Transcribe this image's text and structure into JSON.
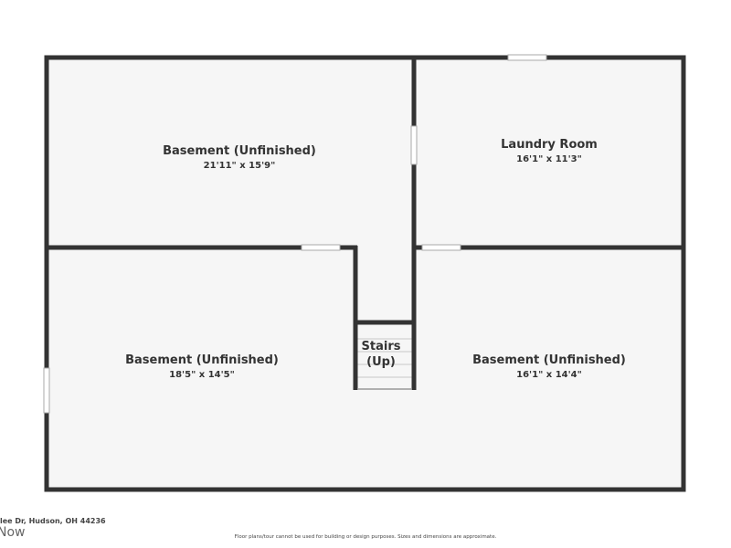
{
  "rooms": [
    {
      "name": "Basement (Unfinished)",
      "dimensions": "21'11\" x 15'9\""
    },
    {
      "name": "Laundry Room",
      "dimensions": "16'1\" x 11'3\""
    },
    {
      "name": "Basement (Unfinished)",
      "dimensions": "18'5\" x 14'5\""
    },
    {
      "name": "Stairs",
      "dimensions": "(Up)"
    },
    {
      "name": "Basement (Unfinished)",
      "dimensions": "16'1\" x 14'4\""
    }
  ],
  "footer": {
    "address": "lee Dr, Hudson, OH 44236",
    "brand": "Now",
    "disclaimer": "Floor plans/tour cannot be used for building or design purposes. Sizes and dimensions are approximate."
  },
  "colors": {
    "wall": "#333333",
    "floor": "#f6f6f6",
    "stair_line": "#c8c8c8"
  }
}
